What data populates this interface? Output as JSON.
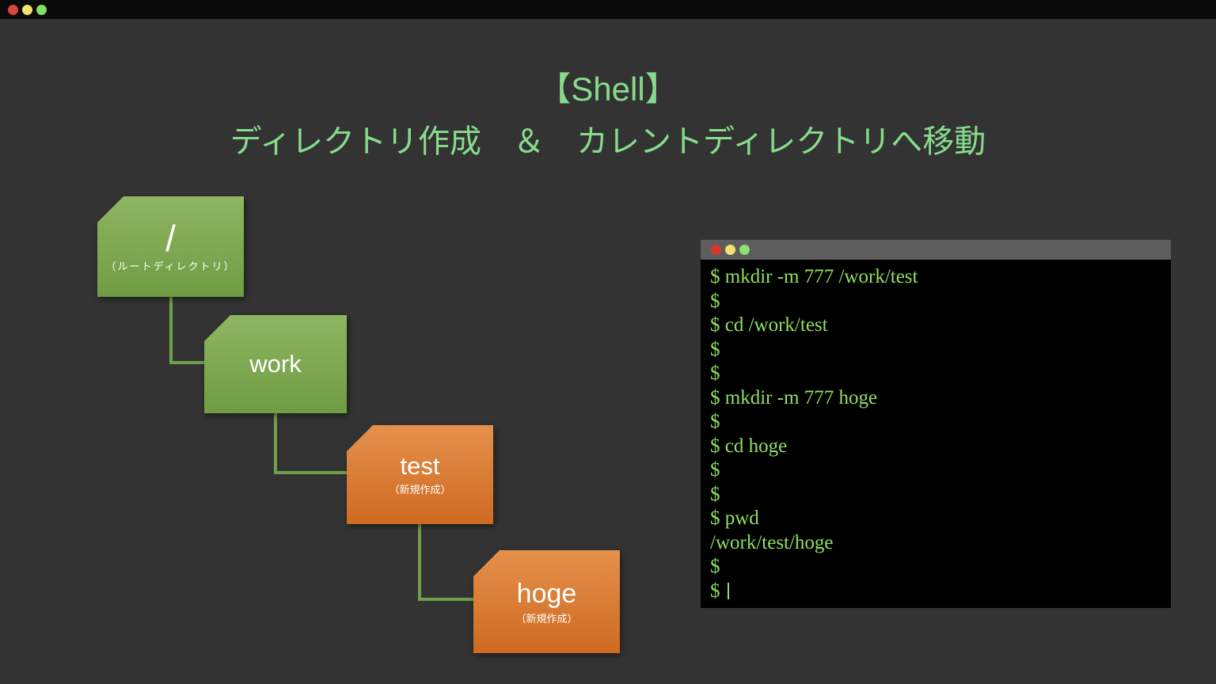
{
  "colors": {
    "slide_background": "#333333",
    "titlebar_background": "#0a0a0a",
    "heading_green": "#87dc8b",
    "terminal_text_green": "#90e05e",
    "terminal_titlebar_gray": "#5d5d5d",
    "node_green_top": "#8fb562",
    "node_green_bottom": "#6f9c43",
    "node_orange_top": "#e4904c",
    "node_orange_bottom": "#cf6a20",
    "connector_green": "#6f9f4b"
  },
  "window": {
    "traffic_lights": [
      {
        "name": "close-button",
        "color": "#d8463c"
      },
      {
        "name": "minimize-button",
        "color": "#f2e26a"
      },
      {
        "name": "zoom-button",
        "color": "#7fe261"
      }
    ]
  },
  "slide": {
    "title": "【Shell】",
    "subtitle": "ディレクトリ作成　＆　カレントディレクトリへ移動"
  },
  "diagram": {
    "nodes": [
      {
        "label": "/",
        "sublabel": "（ルートディレクトリ）",
        "color": "green"
      },
      {
        "label": "work",
        "sublabel": "",
        "color": "green"
      },
      {
        "label": "test",
        "sublabel": "（新規作成）",
        "color": "orange"
      },
      {
        "label": "hoge",
        "sublabel": "（新規作成）",
        "color": "orange"
      }
    ]
  },
  "terminal": {
    "traffic_lights": [
      {
        "name": "close-button",
        "color": "#d8362c"
      },
      {
        "name": "minimize-button",
        "color": "#efe26e"
      },
      {
        "name": "zoom-button",
        "color": "#8ce06c"
      }
    ],
    "lines": [
      "$ mkdir -m 777 /work/test",
      "$",
      "$ cd /work/test",
      "$",
      "$",
      "$ mkdir -m 777 hoge",
      "$",
      "$ cd hoge",
      "$",
      "$",
      "$ pwd",
      "/work/test/hoge",
      "$",
      "$"
    ],
    "cursor": "|"
  }
}
